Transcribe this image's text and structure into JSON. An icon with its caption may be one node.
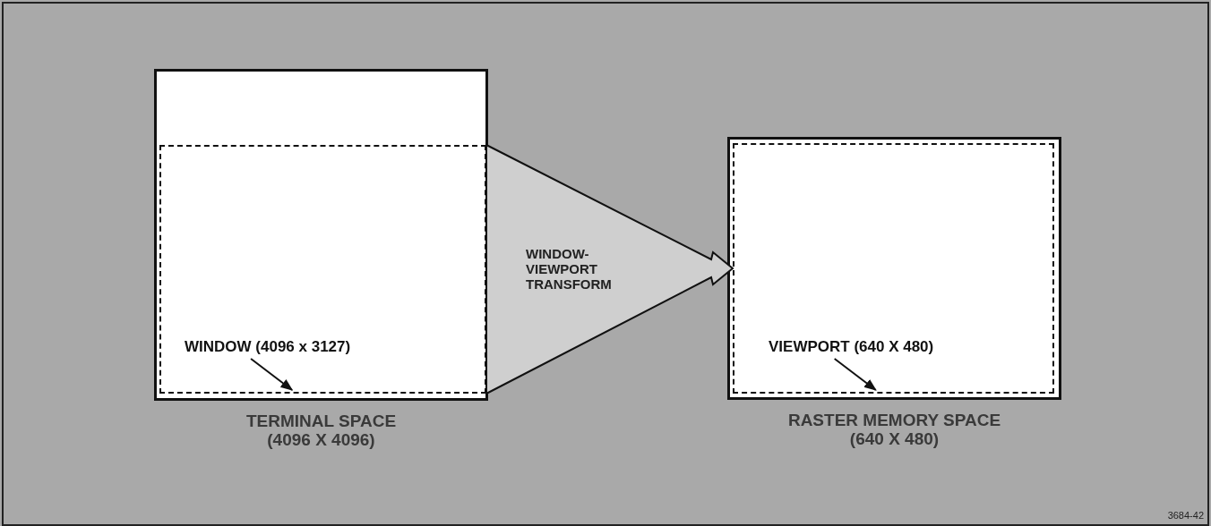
{
  "diagram": {
    "nodes": [
      {
        "text": [
          "TERMINAL SPACE (4096 X 4096)"
        ]
      },
      {
        "text": [],
        "shape": "box",
        "in": 0
      },
      {
        "text": [
          "WINDOW (4096 x 3127)"
        ],
        "in": 1
      },
      {
        "text": [
          "RASTER MEMORY SPACE (640 X 480)"
        ]
      },
      {
        "text": [],
        "shape": "box",
        "in": 3
      },
      {
        "text": [
          "VIEWPORT (640 X 480)"
        ],
        "in": 4
      }
    ],
    "edges": [
      {
        "from": 1,
        "to": 4,
        "arrow": "to",
        "label": "WINDOW- VIEWPORT TRANSFORM"
      },
      {
        "from": 2,
        "to": 1,
        "arrow": "to"
      },
      {
        "from": 5,
        "to": 4,
        "arrow": "to"
      }
    ],
    "labels": [
      "3684-42"
    ]
  }
}
